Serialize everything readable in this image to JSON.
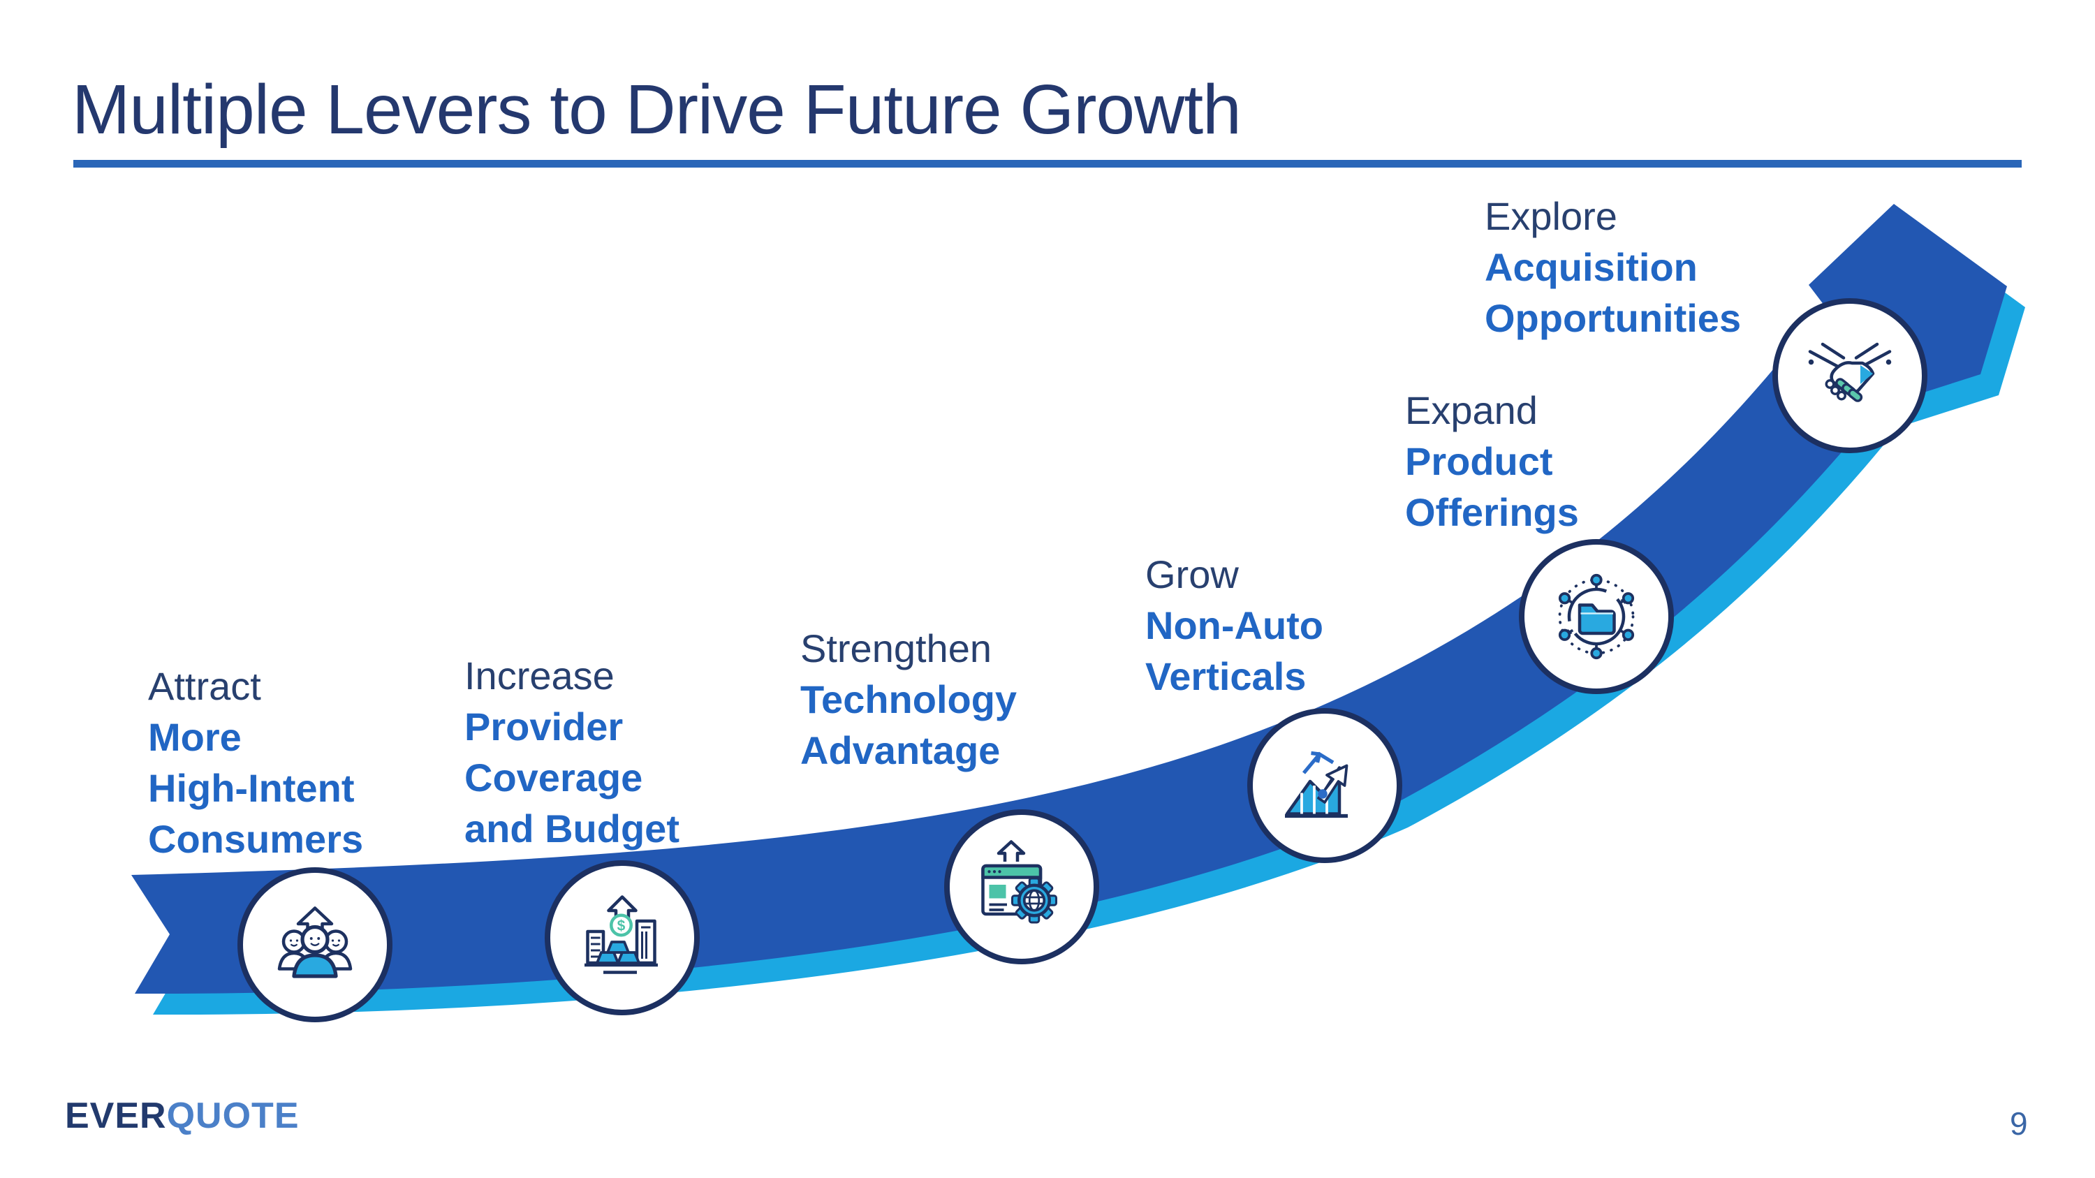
{
  "slide": {
    "title": "Multiple Levers to Drive Future Growth",
    "page_number": "9",
    "logo": {
      "part1": "EVER",
      "part2": "QUOTE"
    },
    "steps": [
      {
        "lead": "Attract",
        "icon": "people-growth-icon",
        "emphasis_lines": [
          "More",
          "High-Intent",
          "Consumers"
        ]
      },
      {
        "lead": "Increase",
        "icon": "provider-capital-icon",
        "emphasis_lines": [
          "Provider",
          "Coverage",
          "and Budget"
        ]
      },
      {
        "lead": "Strengthen",
        "icon": "browser-gear-icon",
        "emphasis_lines": [
          "Technology",
          "Advantage"
        ]
      },
      {
        "lead": "Grow",
        "icon": "growth-chart-icon",
        "emphasis_lines": [
          "Non-Auto",
          "Verticals"
        ]
      },
      {
        "lead": "Expand",
        "icon": "folder-network-icon",
        "emphasis_lines": [
          "Product",
          "Offerings"
        ]
      },
      {
        "lead": "Explore",
        "icon": "handshake-icon",
        "emphasis_lines": [
          "Acquisition",
          "Opportunities"
        ]
      }
    ],
    "colors": {
      "title_navy": "#24386E",
      "emphasis_blue": "#2166C4",
      "band_blue": "#2257B2",
      "band_cyan": "#1BA8E2",
      "rule_blue": "#2A66B8",
      "logo_navy": "#223A6D",
      "logo_blue": "#4B80C8",
      "icon_navy": "#1D3160",
      "icon_cyan": "#29A9E0",
      "icon_teal": "#4CC3A8"
    }
  }
}
